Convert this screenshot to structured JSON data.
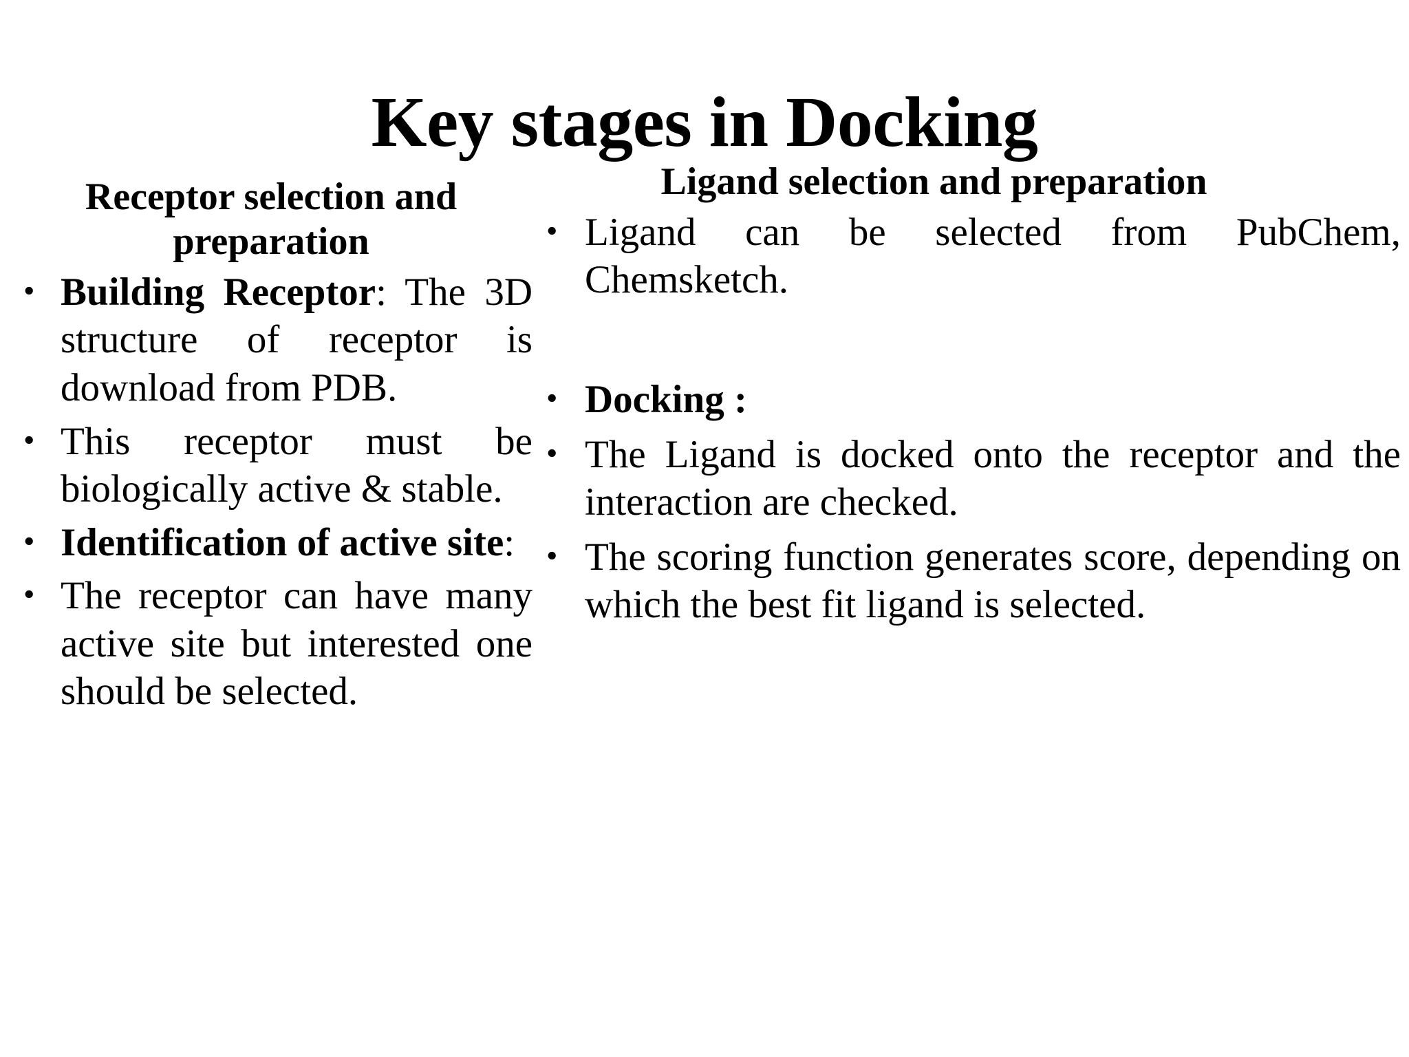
{
  "slide": {
    "title": "Key stages in Docking",
    "background_color": "#ffffff",
    "text_color": "#000000",
    "columns": {
      "left": {
        "heading": "Receptor selection and preparation",
        "bullets": [
          {
            "bold_lead": "Building Receptor",
            "rest": ": The 3D structure of receptor is download from PDB."
          },
          {
            "bold_lead": "",
            "rest": "This receptor must be biologically active & stable."
          },
          {
            "bold_lead": "Identification of active site",
            "rest": ":"
          },
          {
            "bold_lead": "",
            "rest": "The receptor can have many active site but interested one should be selected."
          }
        ]
      },
      "right": {
        "heading": "Ligand selection and preparation",
        "bullets": [
          {
            "bold_lead": "",
            "rest": "Ligand can be selected from PubChem, Chemsketch."
          },
          {
            "bold_lead": "Docking :",
            "rest": ""
          },
          {
            "bold_lead": "",
            "rest": "The Ligand is docked onto the receptor and the interaction are checked."
          },
          {
            "bold_lead": "",
            "rest": "The scoring function generates score, depending on which the best fit ligand is selected."
          }
        ]
      }
    }
  }
}
